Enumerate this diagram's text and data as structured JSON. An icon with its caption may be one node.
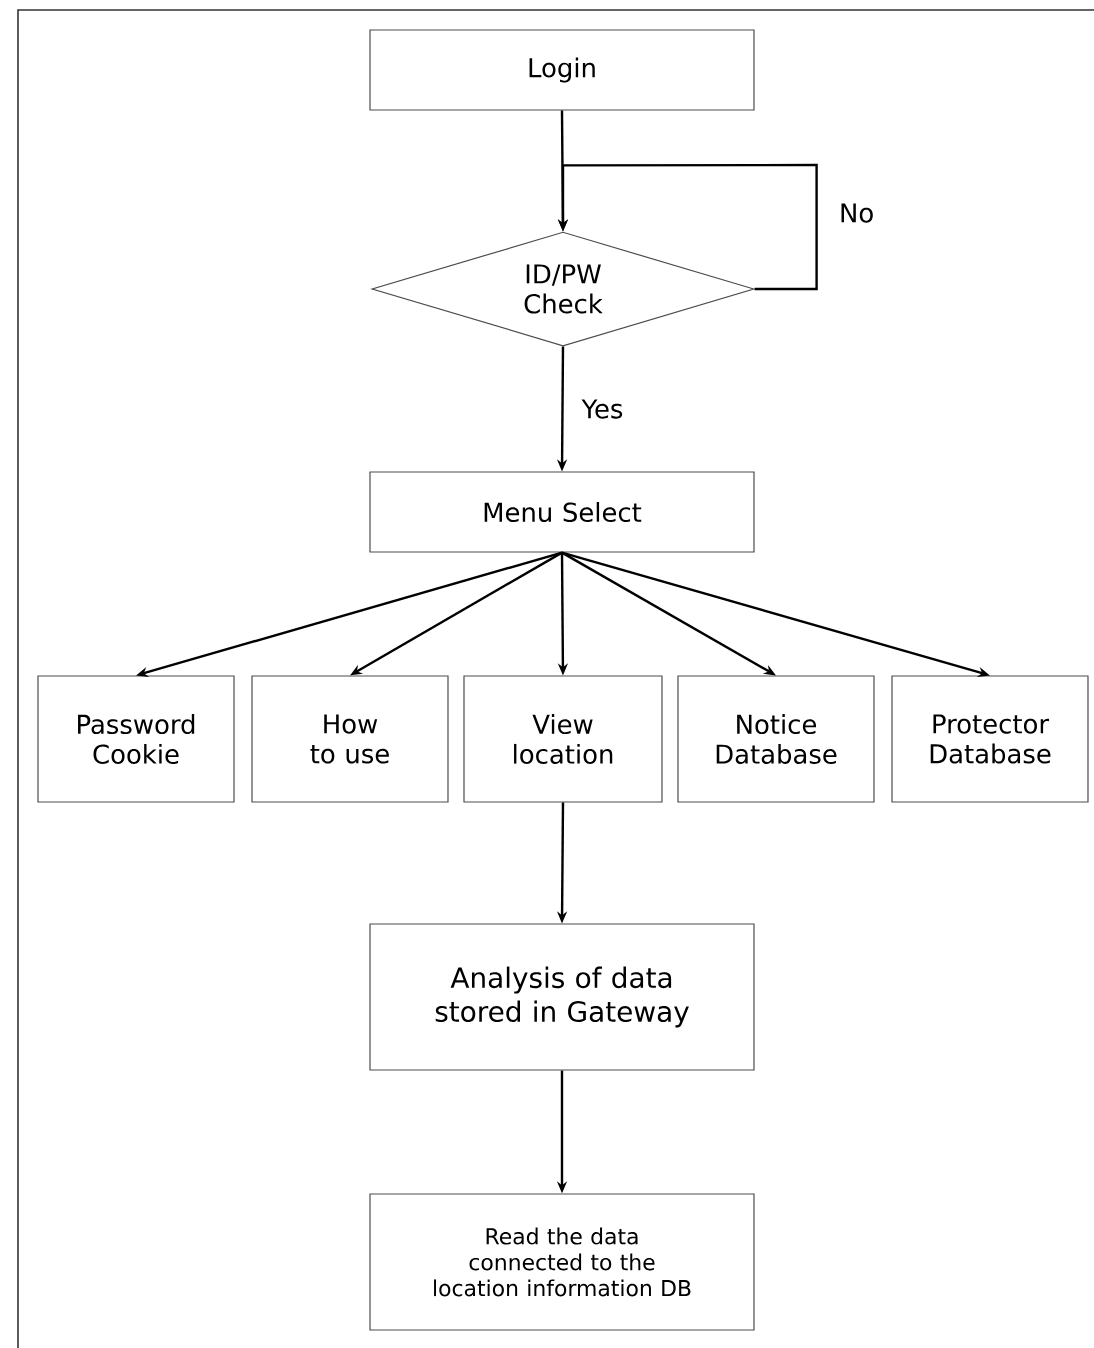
{
  "diagram": {
    "nodes": [
      {
        "text": [
          "Login"
        ]
      },
      {
        "text": [
          "ID/PW Check"
        ]
      },
      {
        "text": [
          "Menu Select"
        ]
      },
      {
        "text": [
          "Password Cookie"
        ]
      },
      {
        "text": [
          "How to use"
        ]
      },
      {
        "text": [
          "View location"
        ]
      },
      {
        "text": [
          "Notice Database"
        ]
      },
      {
        "text": [
          "Protector Database"
        ]
      },
      {
        "text": [
          "Analysis of data stored in Gateway"
        ]
      },
      {
        "text": [
          "Read the data connected to the location information DB"
        ]
      }
    ],
    "edges": [
      {
        "from": 0,
        "to": 1,
        "arrow": "to"
      },
      {
        "from": 1,
        "to": 1,
        "arrow": "to",
        "label": "No"
      },
      {
        "from": 1,
        "to": 2,
        "arrow": "to",
        "label": "Yes"
      },
      {
        "from": 2,
        "to": 3,
        "arrow": "to"
      },
      {
        "from": 2,
        "to": 4,
        "arrow": "to"
      },
      {
        "from": 2,
        "to": 5,
        "arrow": "to"
      },
      {
        "from": 2,
        "to": 6,
        "arrow": "to"
      },
      {
        "from": 2,
        "to": 7,
        "arrow": "to"
      },
      {
        "from": 5,
        "to": 8,
        "arrow": "to"
      },
      {
        "from": 8,
        "to": 9,
        "arrow": "to"
      }
    ]
  }
}
